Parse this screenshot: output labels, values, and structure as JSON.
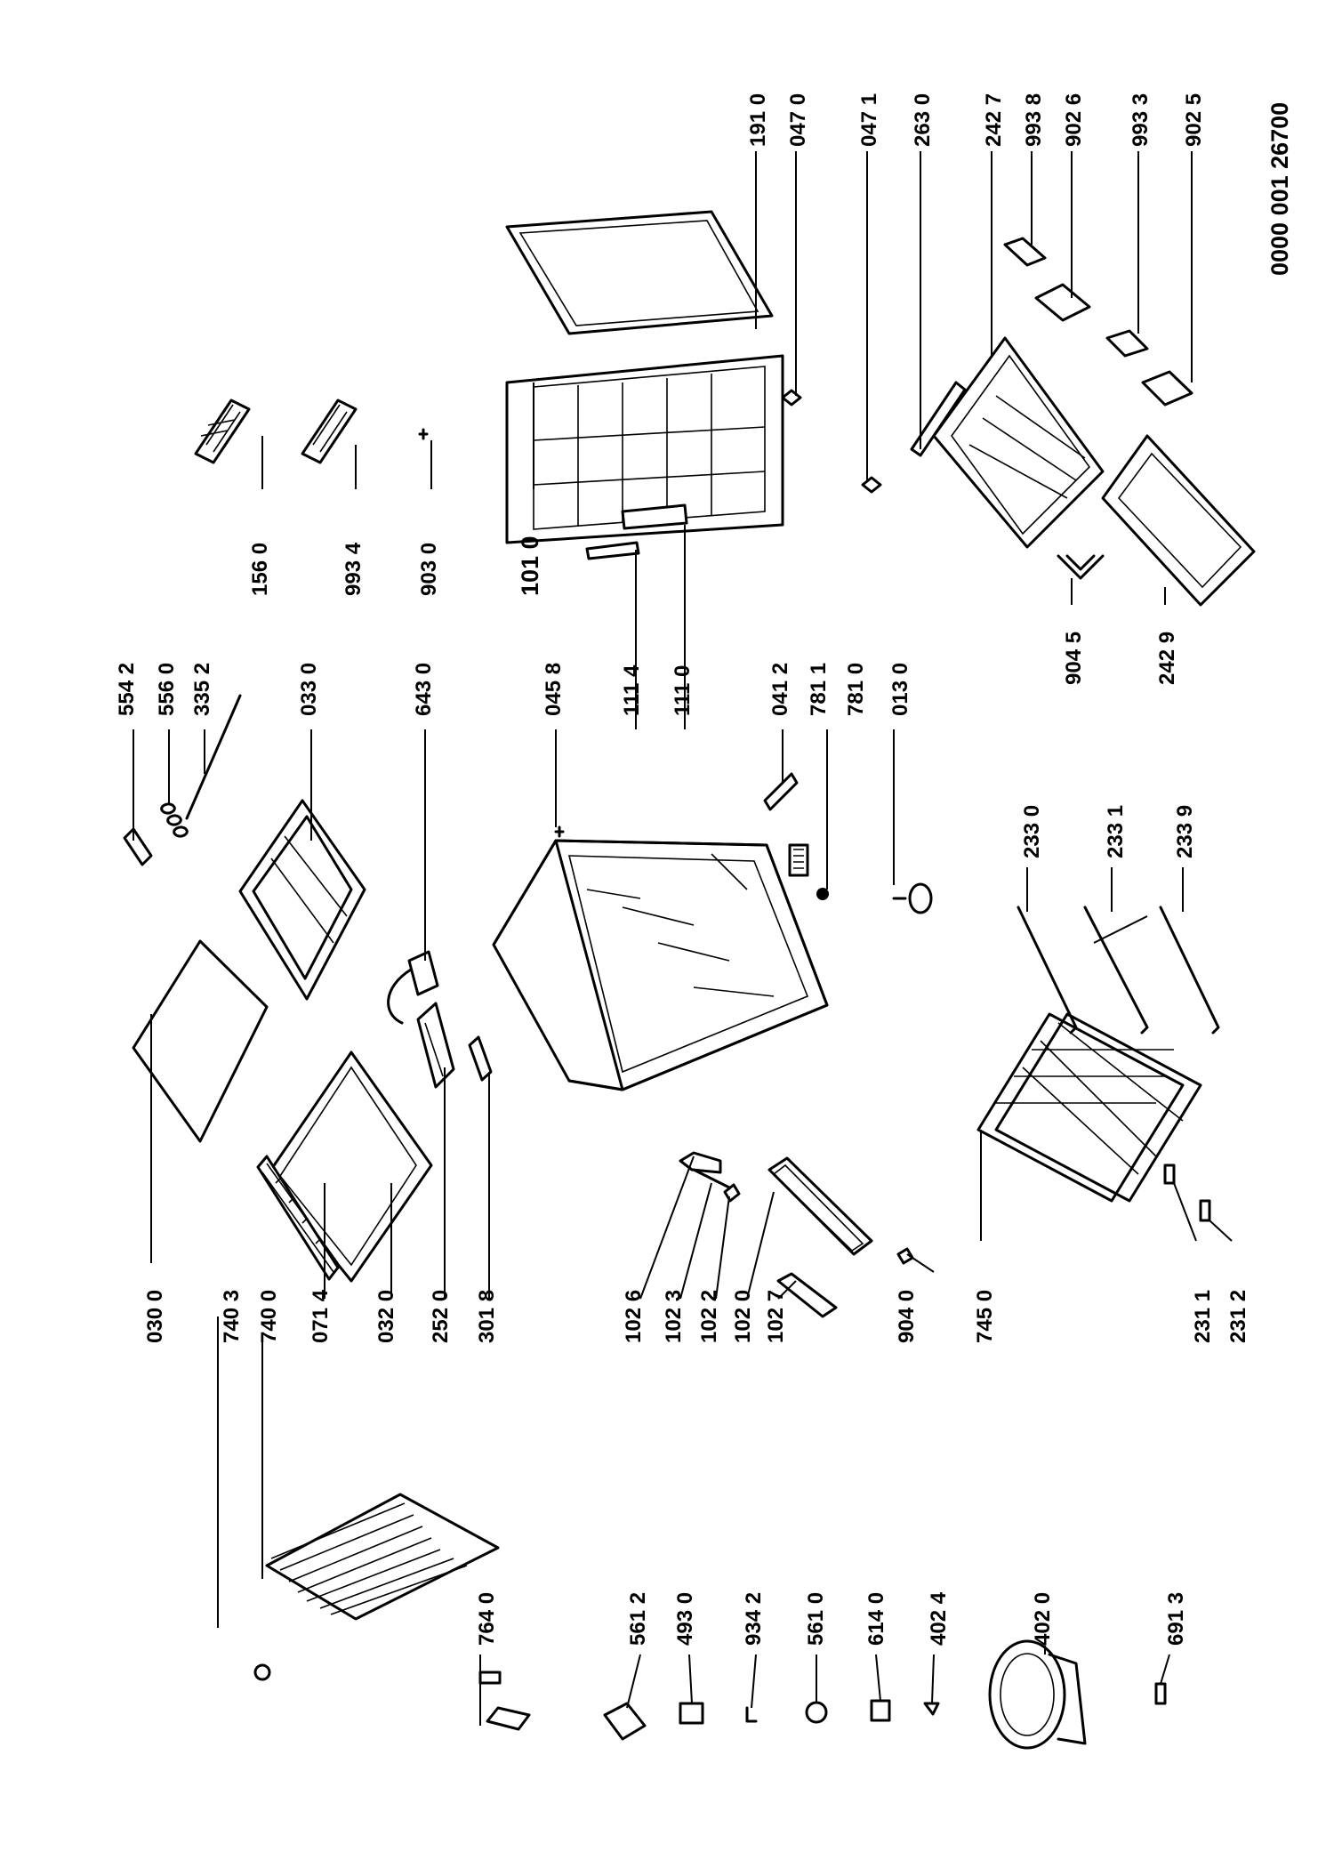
{
  "drawing_number": "0000 001 26700",
  "labels": [
    {
      "id": "l0300",
      "text": "030 0"
    },
    {
      "id": "l7403",
      "text": "740 3"
    },
    {
      "id": "l7400",
      "text": "740 0"
    },
    {
      "id": "l0714",
      "text": "071 4"
    },
    {
      "id": "l0320",
      "text": "032 0"
    },
    {
      "id": "l2520",
      "text": "252 0"
    },
    {
      "id": "l3018",
      "text": "301 8"
    },
    {
      "id": "l1026",
      "text": "102 6"
    },
    {
      "id": "l1023",
      "text": "102 3"
    },
    {
      "id": "l1022",
      "text": "102 2"
    },
    {
      "id": "l1020",
      "text": "102 0"
    },
    {
      "id": "l1027",
      "text": "102 7"
    },
    {
      "id": "l9040",
      "text": "904 0"
    },
    {
      "id": "l7450",
      "text": "745 0"
    },
    {
      "id": "l2311",
      "text": "231 1"
    },
    {
      "id": "l2312",
      "text": "231 2"
    },
    {
      "id": "l7640",
      "text": "764 0"
    },
    {
      "id": "l5612",
      "text": "561 2"
    },
    {
      "id": "l4930",
      "text": "493 0"
    },
    {
      "id": "l9342",
      "text": "934 2"
    },
    {
      "id": "l5610",
      "text": "561 0"
    },
    {
      "id": "l6140",
      "text": "614 0"
    },
    {
      "id": "l4024",
      "text": "402 4"
    },
    {
      "id": "l4020",
      "text": "402 0"
    },
    {
      "id": "l6913",
      "text": "691 3"
    },
    {
      "id": "l5542",
      "text": "554 2"
    },
    {
      "id": "l5560",
      "text": "556 0"
    },
    {
      "id": "l3352",
      "text": "335 2"
    },
    {
      "id": "l0330",
      "text": "033 0"
    },
    {
      "id": "l6430",
      "text": "643 0"
    },
    {
      "id": "l0458",
      "text": "045 8"
    },
    {
      "id": "l1114",
      "text": "111 4"
    },
    {
      "id": "l1110",
      "text": "111 0"
    },
    {
      "id": "l0412",
      "text": "041 2"
    },
    {
      "id": "l7811",
      "text": "781 1"
    },
    {
      "id": "l7810",
      "text": "781 0"
    },
    {
      "id": "l0130",
      "text": "013 0"
    },
    {
      "id": "l2330",
      "text": "233 0"
    },
    {
      "id": "l2331",
      "text": "233 1"
    },
    {
      "id": "l2339",
      "text": "233 9"
    },
    {
      "id": "l1560",
      "text": "156 0"
    },
    {
      "id": "l9934",
      "text": "993 4"
    },
    {
      "id": "l9030",
      "text": "903 0"
    },
    {
      "id": "l1010",
      "text": "101 0"
    },
    {
      "id": "l9045",
      "text": "904 5"
    },
    {
      "id": "l2429",
      "text": "242 9"
    },
    {
      "id": "l1910",
      "text": "191 0"
    },
    {
      "id": "l0470",
      "text": "047 0"
    },
    {
      "id": "l0471",
      "text": "047 1"
    },
    {
      "id": "l2630",
      "text": "263 0"
    },
    {
      "id": "l2427",
      "text": "242 7"
    },
    {
      "id": "l9938",
      "text": "993 8"
    },
    {
      "id": "l9026",
      "text": "902 6"
    },
    {
      "id": "l9933",
      "text": "993 3"
    },
    {
      "id": "l9025",
      "text": "902 5"
    }
  ]
}
